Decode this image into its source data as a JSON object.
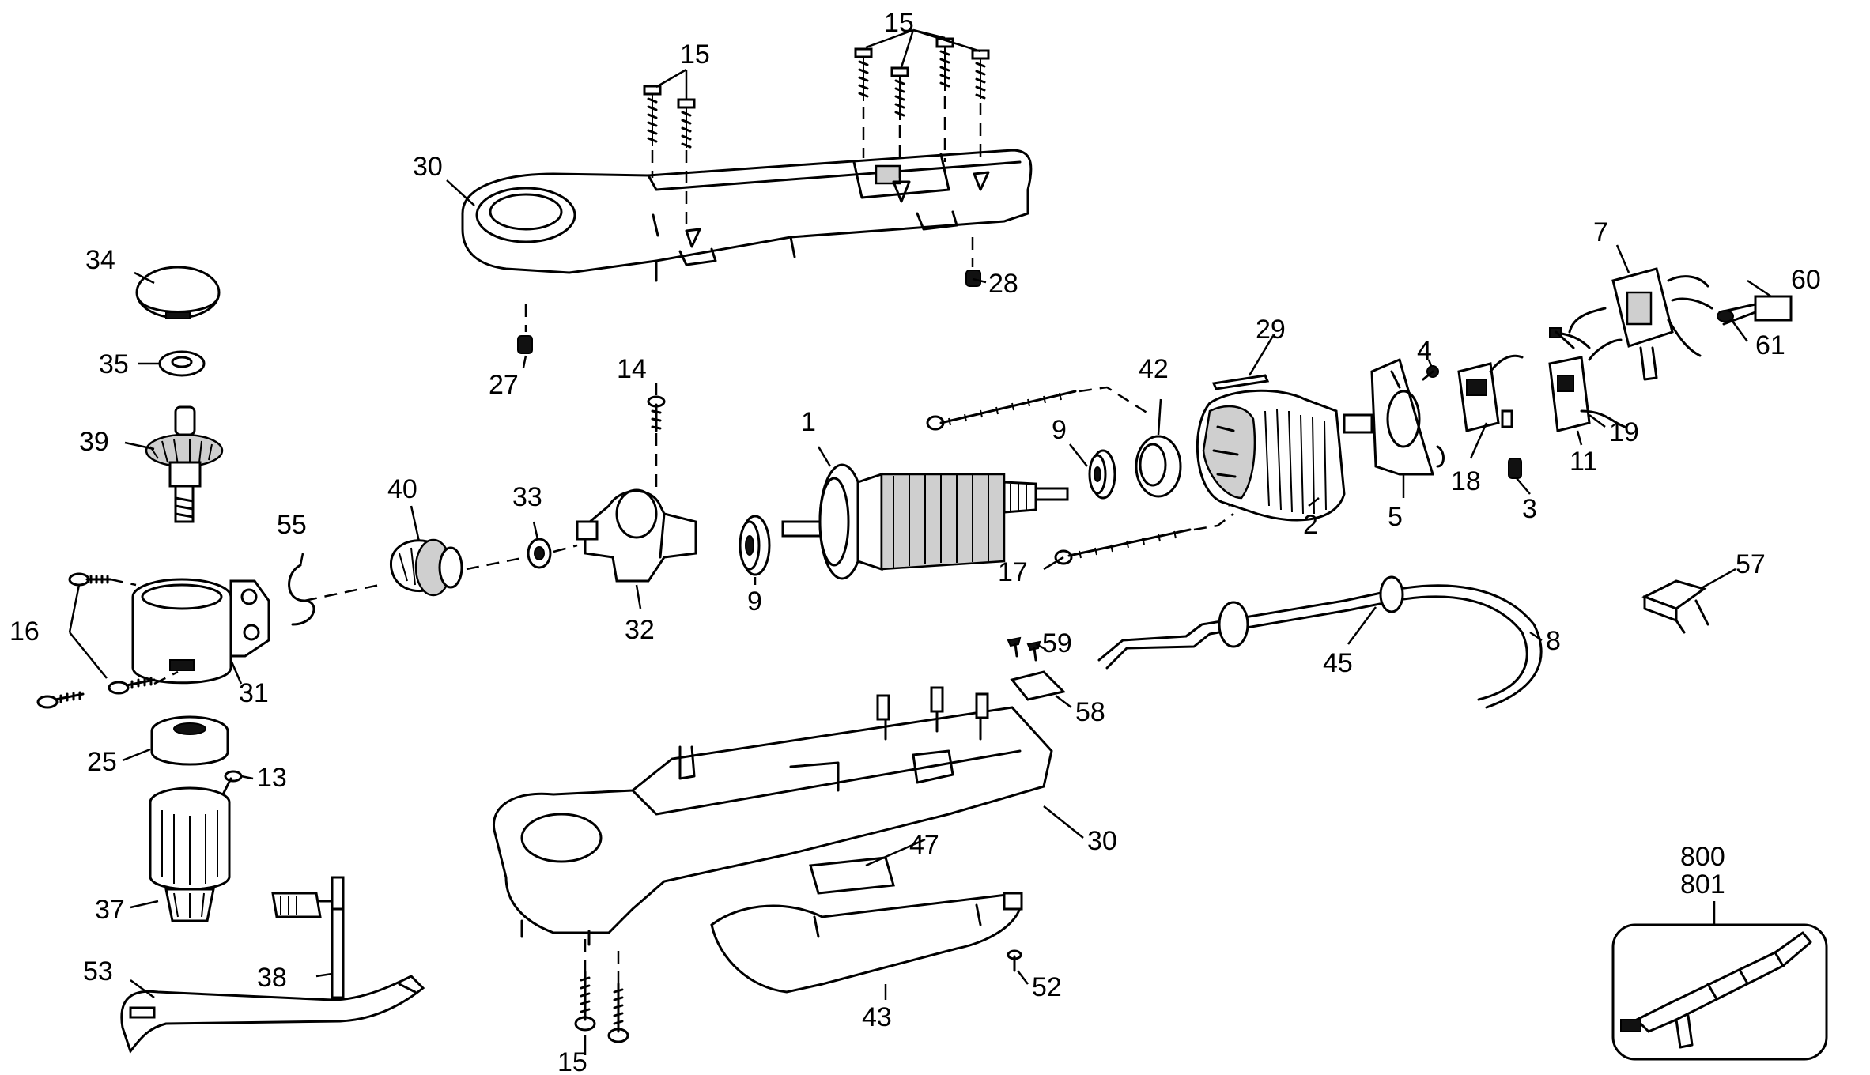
{
  "callouts": {
    "c15_top_left": "15",
    "c15_top_right": "15",
    "c15_bottom": "15",
    "c30_top": "30",
    "c30_bottom": "30",
    "c28": "28",
    "c27": "27",
    "c34": "34",
    "c35": "35",
    "c39": "39",
    "c14": "14",
    "c1": "1",
    "c29": "29",
    "c42": "42",
    "c4": "4",
    "c7": "7",
    "c60": "60",
    "c61": "61",
    "c9_top": "9",
    "c9_bottom": "9",
    "c2": "2",
    "c5": "5",
    "c18": "18",
    "c3": "3",
    "c11": "11",
    "c19": "19",
    "c40": "40",
    "c33": "33",
    "c55": "55",
    "c32": "32",
    "c16": "16",
    "c31": "31",
    "c17": "17",
    "c57": "57",
    "c59": "59",
    "c45": "45",
    "c8": "8",
    "c58": "58",
    "c25": "25",
    "c13": "13",
    "c37": "37",
    "c38": "38",
    "c47": "47",
    "c53": "53",
    "c43": "43",
    "c52": "52",
    "c800": "800",
    "c801": "801"
  }
}
